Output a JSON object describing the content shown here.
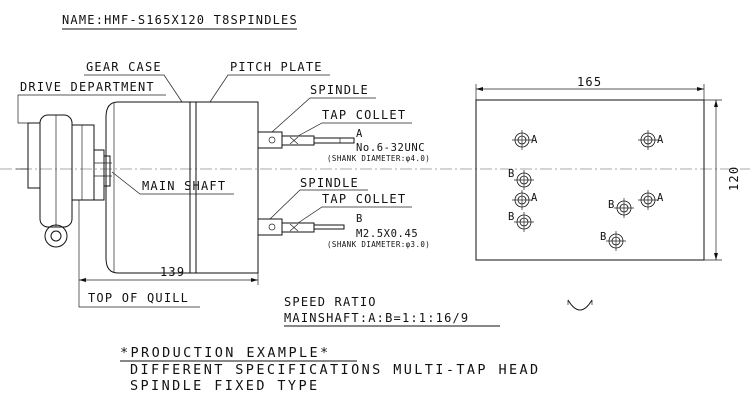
{
  "title": "NAME:HMF-S165X120 T8SPINDLES",
  "side_view": {
    "labels": {
      "gear_case": "GEAR CASE",
      "pitch_plate": "PITCH PLATE",
      "drive_department": "DRIVE DEPARTMENT",
      "spindle_a": "SPINDLE",
      "tap_collet_a": "TAP COLLET",
      "main_shaft": "MAIN SHAFT",
      "spindle_b": "SPINDLE",
      "tap_collet_b": "TAP COLLET",
      "top_of_quill": "TOP OF QUILL"
    },
    "spec_a": {
      "letter": "A",
      "thread": "No.6-32UNC",
      "shank": "(SHANK DIAMETER:φ4.0)"
    },
    "spec_b": {
      "letter": "B",
      "thread": "M2.5X0.45",
      "shank": "(SHANK DIAMETER:φ3.0)"
    },
    "dimension_length": "139"
  },
  "top_view": {
    "width_dim": "165",
    "height_dim": "120",
    "holes": [
      {
        "label": "A"
      },
      {
        "label": "A"
      },
      {
        "label": "B"
      },
      {
        "label": "A"
      },
      {
        "label": "B"
      },
      {
        "label": "B"
      },
      {
        "label": "A"
      },
      {
        "label": "B"
      }
    ]
  },
  "speed_ratio": {
    "heading": "SPEED RATIO",
    "value": "MAINSHAFT:A:B=1:1:16/9"
  },
  "production": {
    "heading": "*PRODUCTION EXAMPLE*",
    "line1": "DIFFERENT SPECIFICATIONS MULTI-TAP HEAD",
    "line2": "SPINDLE FIXED TYPE"
  }
}
